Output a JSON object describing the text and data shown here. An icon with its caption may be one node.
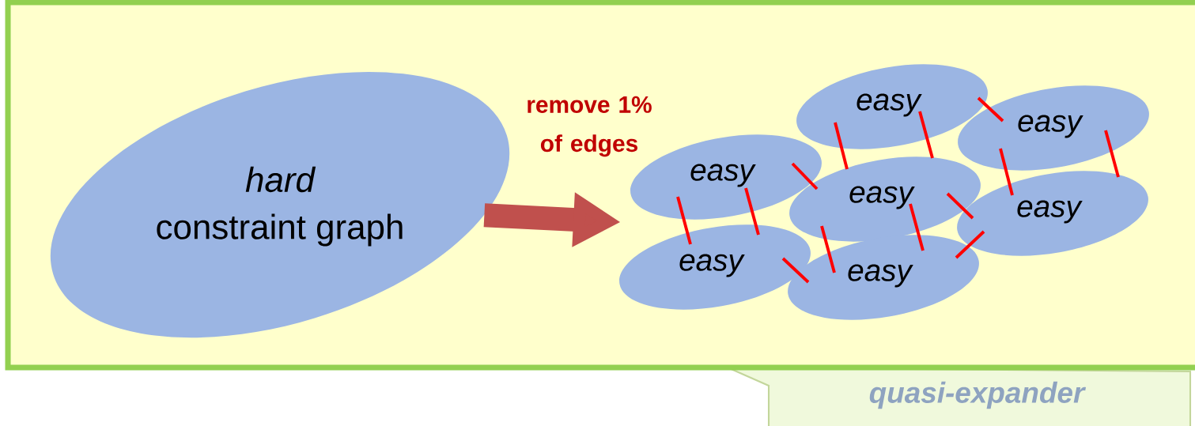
{
  "diagram": {
    "nodes": [
      {
        "text": [
          "hard",
          "constraint graph"
        ]
      },
      {
        "text": [
          "easy"
        ]
      },
      {
        "text": [
          "easy"
        ]
      },
      {
        "text": [
          "easy"
        ]
      },
      {
        "text": [
          "easy"
        ]
      },
      {
        "text": [
          "easy"
        ]
      },
      {
        "text": [
          "easy"
        ]
      },
      {
        "text": [
          "easy"
        ]
      },
      {
        "text": [
          "quasi-expander"
        ]
      }
    ],
    "edges": [
      {
        "from": 0,
        "to": null,
        "arrow": "to",
        "label": "remove 1% of edges",
        "style": "thick",
        "color": "#c0504d"
      },
      {
        "from": 1,
        "to": 2,
        "arrow": "none"
      },
      {
        "from": 1,
        "to": 4,
        "arrow": "none"
      },
      {
        "from": 1,
        "to": 4,
        "arrow": "none"
      },
      {
        "from": 2,
        "to": 5,
        "arrow": "none"
      },
      {
        "from": 2,
        "to": 5,
        "arrow": "none"
      },
      {
        "from": 3,
        "to": 4,
        "arrow": "none"
      },
      {
        "from": 4,
        "to": 5,
        "arrow": "none"
      },
      {
        "from": 3,
        "to": 6,
        "arrow": "none"
      },
      {
        "from": 3,
        "to": 6,
        "arrow": "none"
      },
      {
        "from": 4,
        "to": 7,
        "arrow": "none"
      },
      {
        "from": 5,
        "to": 7,
        "arrow": "none"
      },
      {
        "from": 4,
        "to": 7,
        "arrow": "none"
      },
      {
        "from": 6,
        "to": 7,
        "arrow": "none"
      }
    ]
  }
}
